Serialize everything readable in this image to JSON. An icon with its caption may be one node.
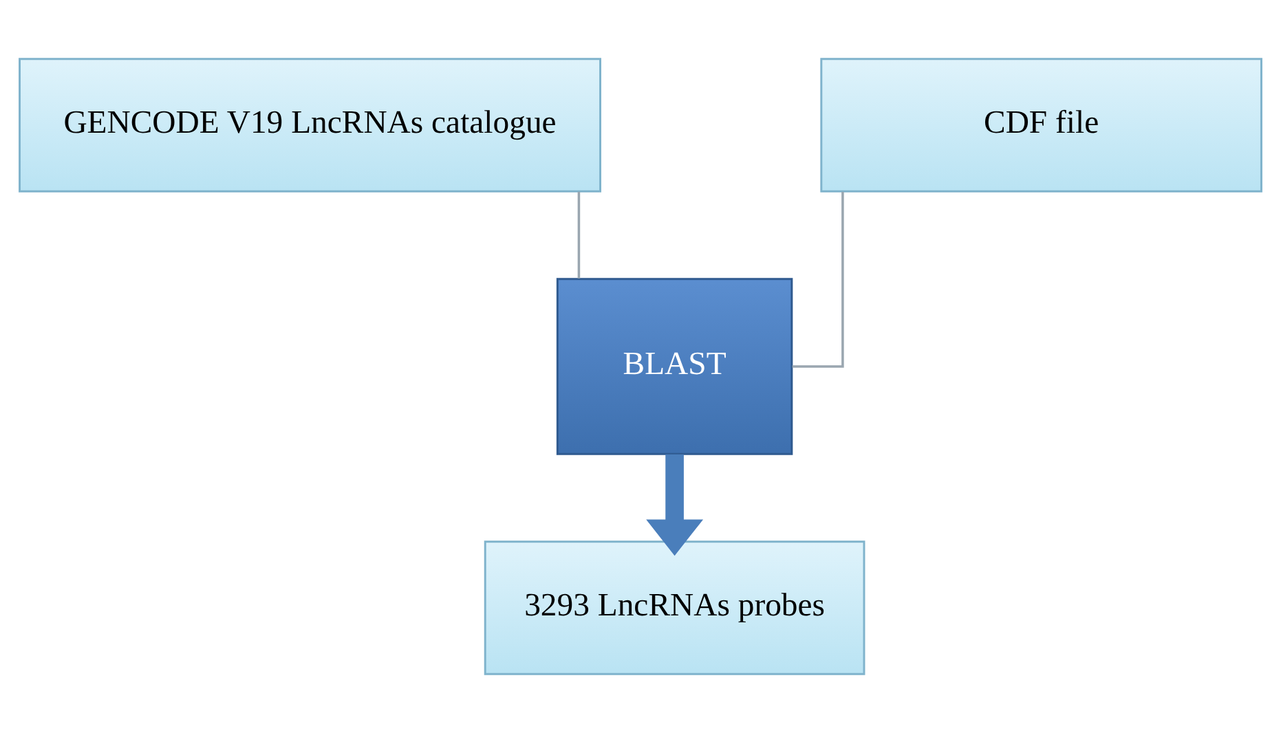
{
  "diagram": {
    "nodes": [
      {
        "text": [
          "GENCODE V19 LncRNAs catalogue"
        ]
      },
      {
        "text": [
          "CDF file"
        ]
      },
      {
        "text": [
          "BLAST"
        ]
      },
      {
        "text": [
          "3293 LncRNAs probes"
        ]
      }
    ],
    "edges": [
      {
        "from": 0,
        "to": 2,
        "arrow": "none"
      },
      {
        "from": 1,
        "to": 2,
        "arrow": "none"
      },
      {
        "from": 2,
        "to": 3,
        "arrow": "to",
        "style": "thick",
        "color": "#4a7ebb"
      }
    ]
  }
}
